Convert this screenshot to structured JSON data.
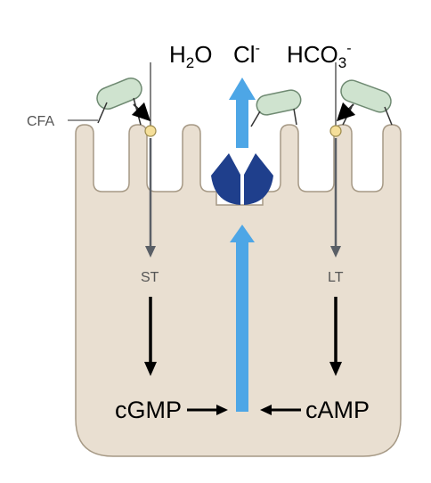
{
  "top_labels": {
    "water_main": "H",
    "water_sub": "2",
    "water_tail": "O",
    "chloride_main": "Cl",
    "chloride_sup": "-",
    "bicarb_main": "HCO",
    "bicarb_sub": "3",
    "bicarb_sup": "-"
  },
  "cfa_label": "CFA",
  "pathway_labels": {
    "st": "ST",
    "lt": "LT",
    "cgmp": "cGMP",
    "camp": "cAMP"
  },
  "colors": {
    "cell_fill": "#e9dfd1",
    "cell_stroke": "#a69985",
    "bacteria_fill": "#cfe3cf",
    "bacteria_stroke": "#6f8a72",
    "receptor_fill": "#f5df9a",
    "receptor_stroke": "#9c8a4a",
    "signal_arrow": "#5a5f66",
    "main_arrow": "#000000",
    "secretion_arrow": "#4da6e6",
    "channel": "#1f3f8c"
  },
  "icons": {
    "channel": "cftr-channel-icon",
    "receptor": "receptor-icon",
    "bacterium": "bacterium-icon"
  }
}
